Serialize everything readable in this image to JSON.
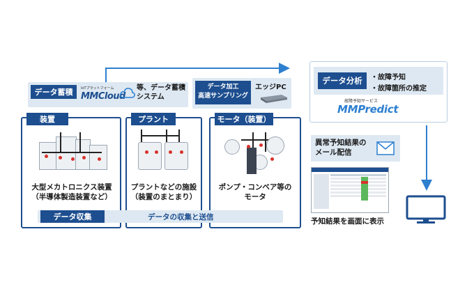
{
  "data_storage": {
    "label": "データ蓄積",
    "platform_small": "IoTプラットフォーム",
    "platform_name": "MMCloud",
    "other_systems": "等、データ蓄積\nシステム"
  },
  "sections": {
    "device": {
      "label": "装置",
      "caption": "大型メカトロニクス装置\n（半導体製造装置など）"
    },
    "plant": {
      "label": "プラント",
      "caption": "プラントなどの施設\n（装置のまとまり）"
    },
    "motor": {
      "label": "モータ（装置）",
      "caption": "ポンプ・コンベア等の\nモータ"
    }
  },
  "edge": {
    "process_label": "データ加工\n高速サンプリング",
    "pc_label": "エッジPC"
  },
  "collection": {
    "label": "データ収集",
    "description": "データの収集と送信"
  },
  "analysis": {
    "label": "データ分析",
    "items": [
      "・故障予知",
      "・故障箇所の推定"
    ],
    "service_small": "故障予知サービス",
    "service_name": "MMPredict"
  },
  "mail": {
    "text": "異常予知結果の\nメール配信"
  },
  "screen": {
    "caption": "予知結果を画面に表示"
  },
  "icons": [
    "cloud-icon",
    "mail-icon",
    "monitor-icon",
    "edge-pc-icon"
  ],
  "colors": {
    "navy": "#1d4e8f",
    "pale": "#dde8f2",
    "accent": "#2d7fd0",
    "red": "#d8322c"
  }
}
